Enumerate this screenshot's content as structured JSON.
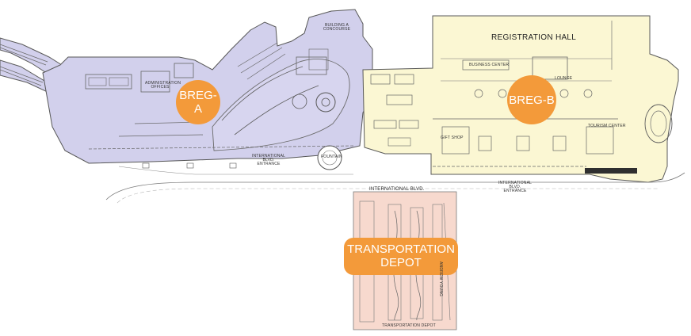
{
  "zones": [
    {
      "id": "breg-a",
      "label": "BREG-A",
      "fill": "#d2d0ec"
    },
    {
      "id": "breg-b",
      "label": "BREG-B",
      "fill": "#fbf7d3"
    },
    {
      "id": "transportation-depot",
      "label_line1": "TRANSPORTATION",
      "label_line2": "DEPOT",
      "fill": "#f7d9ce"
    }
  ],
  "colors": {
    "badge_orange": "#f39a3a",
    "outline": "#5b5b5b",
    "linework": "#737373"
  },
  "labels": {
    "registration_hall": "REGISTRATION HALL",
    "international_blvd": "INTERNATIONAL BLVD.",
    "international_blvd_entrance_left_line1": "INTERNATIONAL",
    "international_blvd_entrance_left_line2": "BLVD.",
    "international_blvd_entrance_left_line3": "ENTRANCE",
    "international_blvd_entrance_right_line1": "INTERNATIONAL",
    "international_blvd_entrance_right_line2": "BLVD.",
    "international_blvd_entrance_right_line3": "ENTRANCE",
    "transportation_depot_small": "TRANSPORTATION DEPOT",
    "fountain": "FOUNTAIN",
    "business_center": "BUSINESS CENTER",
    "tourism_center": "TOURISM CENTER",
    "gift_shop": "GIFT SHOP",
    "lounge": "LOUNGE",
    "administration_offices_line1": "ADMINISTRATION",
    "administration_offices_line2": "OFFICES",
    "walkway_to_concourse_line1": "BUILDING A",
    "walkway_to_concourse_line2": "CONCOURSE",
    "roadway_label": "ANDREW YOUNG"
  }
}
